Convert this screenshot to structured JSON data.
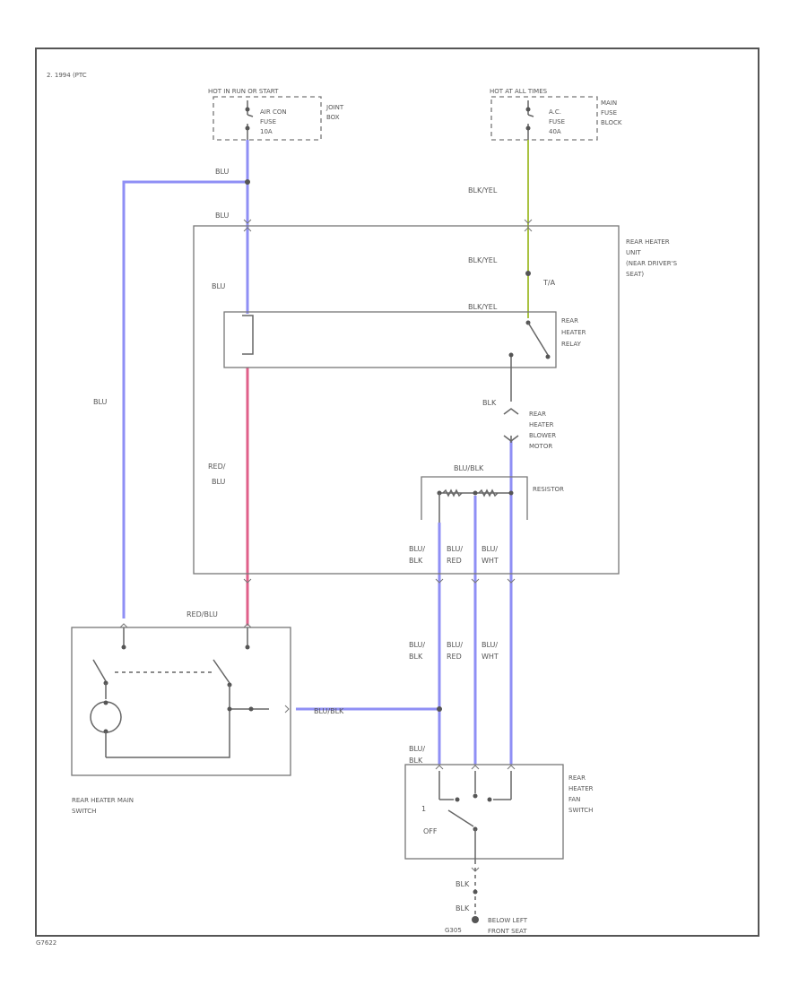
{
  "header": {
    "model_note": "2. 1994 (PTC"
  },
  "fuse_left": {
    "caption": "HOT IN RUN OR START",
    "fuse_label": [
      "AIR CON",
      "FUSE",
      "10A"
    ],
    "box_label": [
      "JOINT",
      "BOX"
    ]
  },
  "fuse_right": {
    "caption": "HOT AT ALL TIMES",
    "fuse_label": [
      "A.C.",
      "FUSE",
      "40A"
    ],
    "box_label": [
      "MAIN",
      "FUSE",
      "BLOCK"
    ]
  },
  "wires": {
    "blu_top_1": "BLU",
    "blu_top_2": "BLU",
    "blu_inner": "BLU",
    "blu_left": "BLU",
    "blk_yel_1": "BLK/YEL",
    "blk_yel_2": "BLK/YEL",
    "blk_yel_3": "BLK/YEL",
    "t_ref": "T/A",
    "blk_motor": "BLK",
    "red_blu_inner": [
      "RED/",
      "BLU"
    ],
    "red_blu_outer": "RED/BLU",
    "blu_blk_resistor": "BLU/BLK",
    "inner_labels": [
      [
        "BLU/",
        "BLK"
      ],
      [
        "BLU/",
        "RED"
      ],
      [
        "BLU/",
        "WHT"
      ]
    ],
    "outer_labels": [
      [
        "BLU/",
        "BLK"
      ],
      [
        "BLU/",
        "RED"
      ],
      [
        "BLU/",
        "WHT"
      ]
    ],
    "blu_blk_switch": "BLU/BLK",
    "blu_blk_fan": [
      "BLU/",
      "BLK"
    ],
    "blk_bottom_1": "BLK",
    "blk_bottom_2": "BLK"
  },
  "components": {
    "rear_heater_unit": [
      "REAR HEATER",
      "UNIT",
      "(NEAR DRIVER'S",
      "SEAT)"
    ],
    "relay": [
      "REAR",
      "HEATER",
      "RELAY"
    ],
    "blower_motor": [
      "REAR",
      "HEATER",
      "BLOWER",
      "MOTOR"
    ],
    "resistor": "RESISTOR",
    "main_switch": [
      "REAR HEATER MAIN",
      "SWITCH"
    ],
    "fan_switch": [
      "REAR",
      "HEATER",
      "FAN",
      "SWITCH"
    ],
    "fan_switch_positions": [
      "1",
      "OFF"
    ],
    "ground_ref": "G305",
    "ground_label": [
      "BELOW LEFT",
      "FRONT SEAT"
    ]
  },
  "footer": {
    "figure_code": "G7622"
  },
  "colors": {
    "blue_wire": "#8f8ff5",
    "red_wire": "#e0608a",
    "yel_wire": "#a9c241",
    "line": "#666666"
  }
}
